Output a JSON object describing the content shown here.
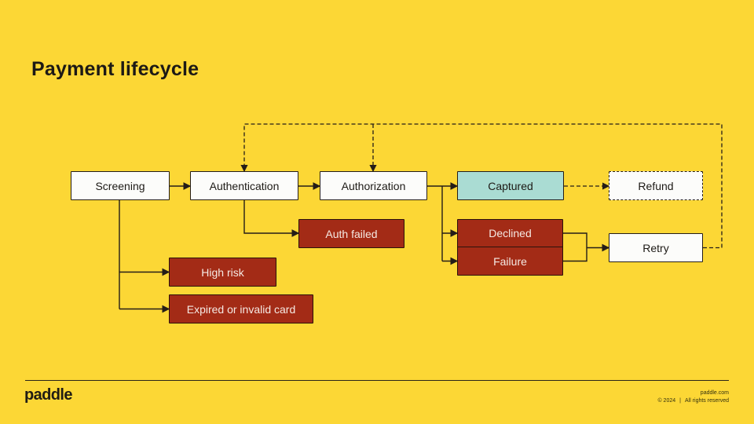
{
  "slide": {
    "title": "Payment lifecycle"
  },
  "diagram": {
    "nodes": [
      {
        "id": "screening",
        "label": "Screening",
        "style": "white"
      },
      {
        "id": "authentication",
        "label": "Authentication",
        "style": "white"
      },
      {
        "id": "authorization",
        "label": "Authorization",
        "style": "white"
      },
      {
        "id": "captured",
        "label": "Captured",
        "style": "teal"
      },
      {
        "id": "refund",
        "label": "Refund",
        "style": "white-dashed"
      },
      {
        "id": "auth-failed",
        "label": "Auth failed",
        "style": "red"
      },
      {
        "id": "declined",
        "label": "Declined",
        "style": "red"
      },
      {
        "id": "failure",
        "label": "Failure",
        "style": "red"
      },
      {
        "id": "retry",
        "label": "Retry",
        "style": "white"
      },
      {
        "id": "high-risk",
        "label": "High risk",
        "style": "red"
      },
      {
        "id": "expired",
        "label": "Expired or invalid card",
        "style": "red"
      }
    ],
    "edges": [
      "Screening -> Authentication",
      "Authentication -> Authorization",
      "Authorization -> Captured",
      "Authorization -> Declined",
      "Authorization -> Failure",
      "Authentication -> Auth failed",
      "Screening -> High risk",
      "Screening -> Expired or invalid card",
      "Captured -> Refund (dashed)",
      "Declined -> Retry",
      "Failure -> Retry",
      "Retry -> Authentication (dashed loop)",
      "Retry -> Authorization (dashed loop)"
    ]
  },
  "footer": {
    "logo": "paddle",
    "website": "paddle.com",
    "copyright": "© 2024",
    "divider": "|",
    "rights": "All rights reserved"
  },
  "colors": {
    "background": "#FCD735",
    "node_white": "#FCFCFA",
    "node_teal": "#AADCD3",
    "node_red": "#A32B16",
    "red_text": "#F5E9E3",
    "ink": "#241D18"
  }
}
